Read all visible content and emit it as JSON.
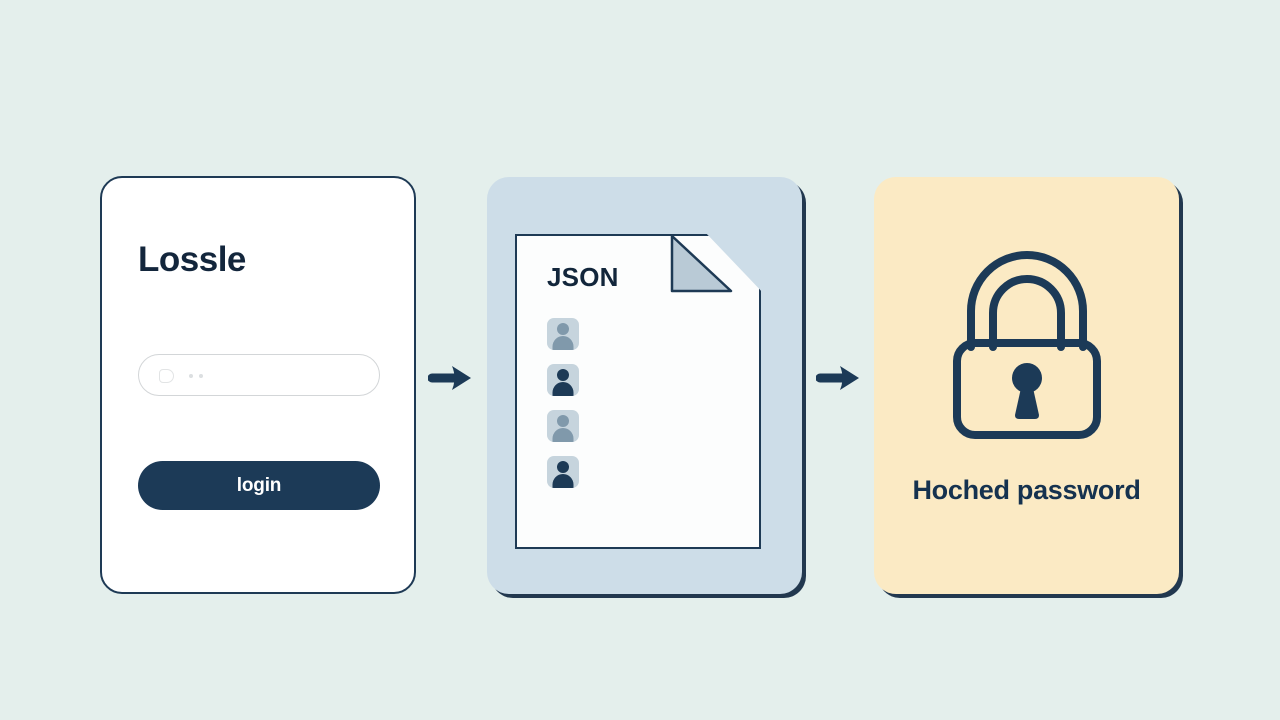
{
  "page": {
    "background_color": "#e4efec",
    "accent_navy": "#1c3a57",
    "panel_blue": "#cddde8",
    "card_cream": "#fbeac4"
  },
  "login_card": {
    "title": "Lossle",
    "password_field": {
      "value": "",
      "placeholder": "",
      "lock_icon": "lock-icon",
      "masked_dots": 2
    },
    "submit_label": "login"
  },
  "json_panel": {
    "document_label": "JSON",
    "fold_icon": "page-fold-icon",
    "rows": [
      {
        "avatar": "user-avatar-icon",
        "avatar_tone": "light",
        "line1_width": "100%",
        "line2_width": "45%"
      },
      {
        "avatar": "user-avatar-icon",
        "avatar_tone": "dark",
        "line1_width": "100%",
        "line2_width": "72%"
      },
      {
        "avatar": "user-avatar-icon",
        "avatar_tone": "light",
        "line1_width": "100%",
        "line2_width": "45%"
      },
      {
        "avatar": "user-avatar-icon",
        "avatar_tone": "dark",
        "line1_width": "100%",
        "line2_width": "72%"
      }
    ]
  },
  "hash_card": {
    "icon": "padlock-icon",
    "caption": "Hoched password"
  },
  "flow": {
    "arrow_1": "arrow-right-icon",
    "arrow_2": "arrow-right-icon"
  }
}
